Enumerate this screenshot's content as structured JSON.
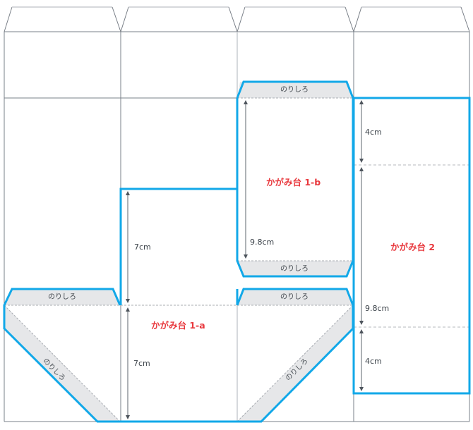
{
  "diagram": {
    "type": "papercraft-template",
    "colors": {
      "cut_line": "#12a8e8",
      "fold_line": "#7a8088",
      "glue_area": "#e6e7e9",
      "title_text": "#e8383d",
      "dimension_text": "#3c434a"
    },
    "parts": [
      {
        "id": "1a",
        "title": "かがみ台 1-a"
      },
      {
        "id": "1b",
        "title": "かがみ台 1-b"
      },
      {
        "id": "2",
        "title": "かがみ台 2"
      }
    ],
    "glue_label": "のりしろ",
    "dimensions": {
      "part_1a_upper": "7cm",
      "part_1a_lower": "7cm",
      "part_1b_height": "9.8cm",
      "part_2_top": "4cm",
      "part_2_middle": "9.8cm",
      "part_2_bottom": "4cm"
    }
  }
}
